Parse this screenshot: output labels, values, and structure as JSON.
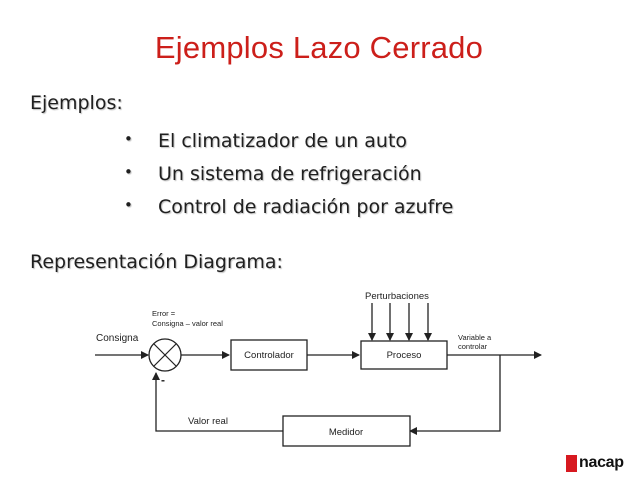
{
  "slide": {
    "title": "Ejemplos Lazo Cerrado",
    "examples_heading": "Ejemplos:",
    "examples": [
      "El climatizador de un auto",
      "Un sistema de refrigeración",
      "Control de radiación por azufre"
    ],
    "diagram_heading": "Representación Diagrama:"
  },
  "diagram": {
    "consigna": "Consigna",
    "error_line1": "Error =",
    "error_line2": "Consigna – valor real",
    "perturbaciones": "Perturbaciones",
    "controlador": "Controlador",
    "proceso": "Proceso",
    "variable_line1": "Variable a",
    "variable_line2": "controlar",
    "valor_real": "Valor real",
    "medidor": "Medidor",
    "minus_sign": "-"
  },
  "logo": {
    "text": "nacap"
  },
  "colors": {
    "title": "#cc1f1a",
    "logo_mark": "#d71920"
  }
}
